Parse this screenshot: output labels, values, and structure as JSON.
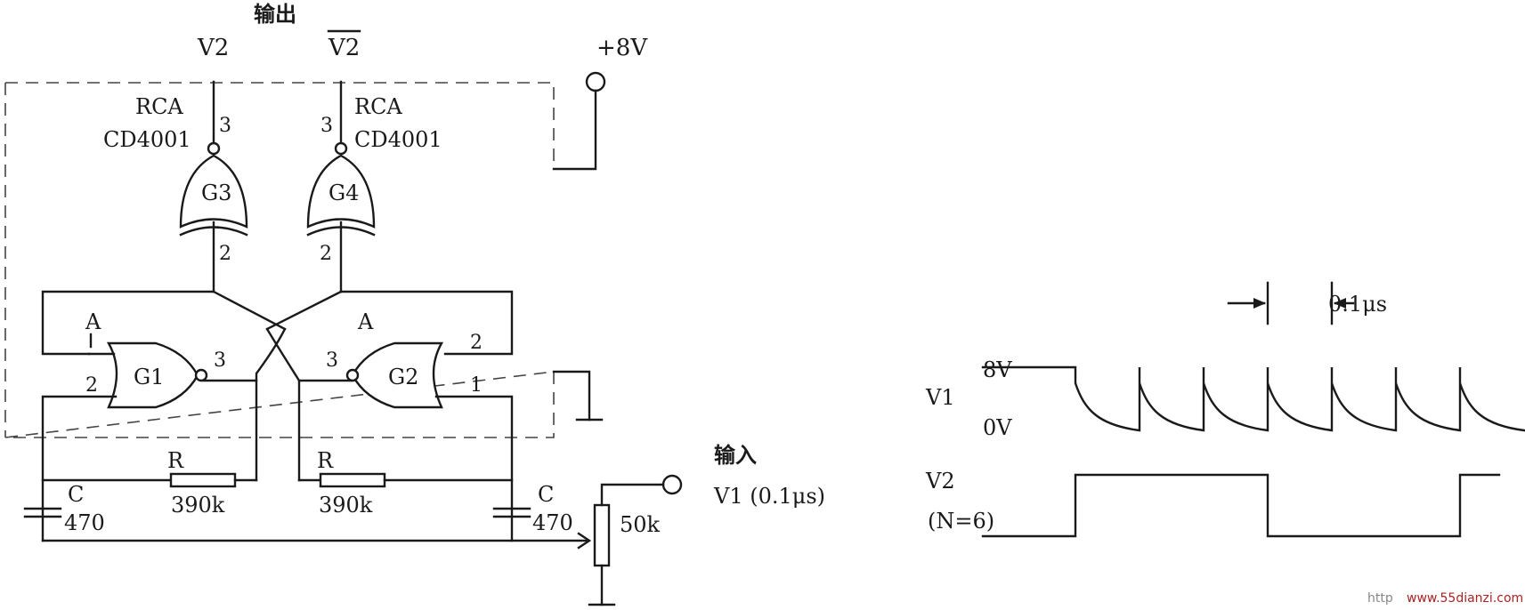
{
  "title_output": "输出",
  "outputs": {
    "v2": "V2",
    "v2_bar": "V2"
  },
  "supply": "+8V",
  "chips": {
    "g3": {
      "maker": "RCA",
      "part": "CD4001",
      "gate": "G3",
      "pin_out": "3",
      "pin_in": "2"
    },
    "g4": {
      "maker": "RCA",
      "part": "CD4001",
      "gate": "G4",
      "pin_out": "3",
      "pin_in": "2"
    },
    "g1": {
      "gate": "G1",
      "pin_out": "3",
      "pin_in": "2",
      "node": "A"
    },
    "g2": {
      "gate": "G2",
      "pin_out": "3",
      "pin_in_top": "2",
      "pin_in_bottom": "1",
      "node": "A"
    }
  },
  "components": {
    "r_left": {
      "name": "R",
      "value": "390k"
    },
    "r_right": {
      "name": "R",
      "value": "390k"
    },
    "c_left": {
      "name": "C",
      "value": "470"
    },
    "c_right": {
      "name": "C",
      "value": "470"
    },
    "pot": {
      "value": "50k"
    }
  },
  "input": {
    "label_cn": "输入",
    "label": "V1 (0.1μs)"
  },
  "waveform": {
    "period_label": "0.1μs",
    "v1": {
      "name": "V1",
      "high": "8V",
      "low": "0V",
      "pulses": 7
    },
    "v2": {
      "name": "V2",
      "note": "(N=6)",
      "high_from_pulse": 1,
      "low_from_pulse": 4,
      "high_again_pulse": 7
    }
  },
  "watermark": {
    "prefix": "http",
    "site": "www.55dianzi.com"
  }
}
